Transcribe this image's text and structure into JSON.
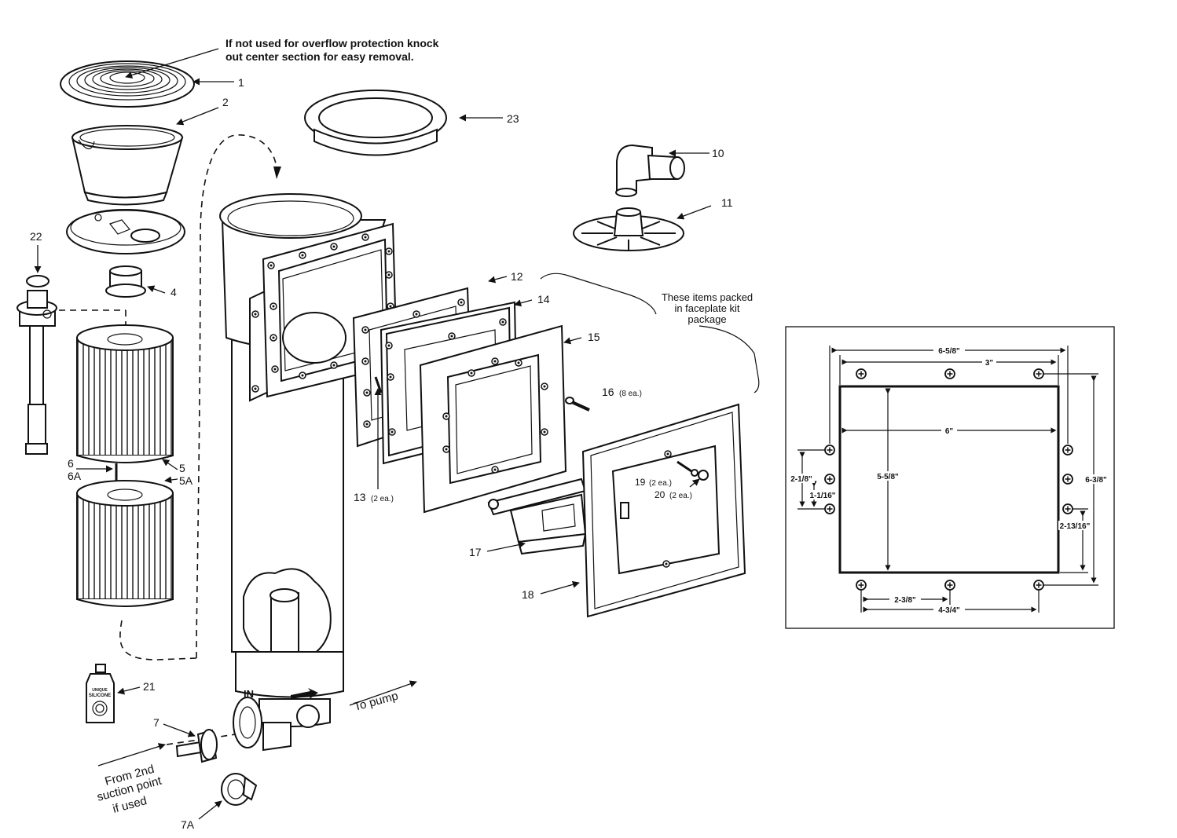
{
  "notes": {
    "overflow_line1": "If not used for overflow protection knock",
    "overflow_line2": "out center section for easy removal.",
    "kit_line1": "These items packed",
    "kit_line2": "in faceplate kit",
    "kit_line3": "package",
    "to_pump": "To pump",
    "suction_line1": "From 2nd",
    "suction_line2": "suction point",
    "suction_line3": "if used"
  },
  "callouts": {
    "c1": "1",
    "c2": "2",
    "c4": "4",
    "c5": "5",
    "c5a": "5A",
    "c6": "6",
    "c6a": "6A",
    "c7": "7",
    "c7a": "7A",
    "c10": "10",
    "c11": "11",
    "c12": "12",
    "c13": "13",
    "c13q": "(2 ea.)",
    "c14": "14",
    "c15": "15",
    "c16": "16",
    "c16q": "(8 ea.)",
    "c17": "17",
    "c18": "18",
    "c19": "19",
    "c19q": "(2 ea.)",
    "c20": "20",
    "c20q": "(2 ea.)",
    "c21": "21",
    "c22": "22",
    "c23": "23"
  },
  "product_marks": {
    "in_mark": "IN",
    "bottle_line1": "UNIQUE",
    "bottle_line2": "SILICONE"
  },
  "dimensions": {
    "d_6_5_8": "6-5/8\"",
    "d_3": "3\"",
    "d_6": "6\"",
    "d_5_5_8": "5-5/8\"",
    "d_2_1_8": "2-1/8\"",
    "d_1_1_16": "1-1/16\"",
    "d_6_3_8": "6-3/8\"",
    "d_2_13_16": "2-13/16\"",
    "d_2_3_8": "2-3/8\"",
    "d_4_3_4": "4-3/4\""
  }
}
